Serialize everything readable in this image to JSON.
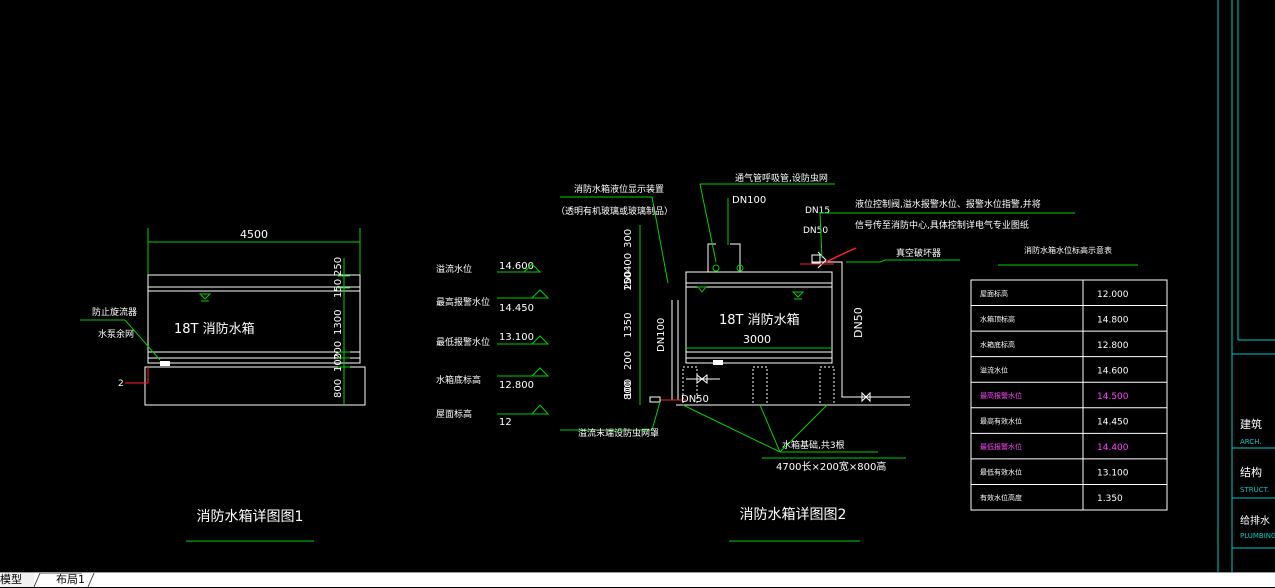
{
  "tabs": {
    "model": "模型",
    "layout1": "布局1"
  },
  "drawing1": {
    "width_dim": "4500",
    "vertical_dims": [
      "250",
      "150",
      "1300",
      "200",
      "100",
      "800"
    ],
    "tank_label": "18T 消防水箱",
    "note_vortex": "防止旋流器",
    "note_float": "水泵余网",
    "pipe_tag": "2",
    "caption": "消防水箱详图图1"
  },
  "levels": {
    "names": [
      "溢流水位",
      "最高报警水位",
      "最低报警水位",
      "水箱底标高",
      "屋面标高"
    ],
    "values": [
      "14.600",
      "14.450",
      "13.100",
      "12.800",
      "12"
    ]
  },
  "drawing2": {
    "vertical_dims": [
      "300",
      "150",
      "400",
      "200",
      "1350",
      "200",
      "100",
      "800",
      "100"
    ],
    "tank_label": "18T 消防水箱",
    "inner_width": "3000",
    "dn100_top": "DN100",
    "dn15": "DN15",
    "dn50_top": "DN50",
    "dn50_right": "DN50",
    "dn100_left": "DN100",
    "dn50_bottom": "DN50",
    "note_level_device": "消防水箱液位显示装置",
    "note_level_device2": "（透明有机玻璃或玻璃制品）",
    "note_vent": "通气管呼吸管,设防虫网",
    "note_control": "液位控制阀,溢水报警水位、报警水位指警,并将",
    "note_signal": "信号传至消防中心,具体控制详电气专业图纸",
    "note_vacuum": "真空破坏器",
    "note_pipe_end": "溢流末端设防虫网罩",
    "note_base": "水箱基础,共3根",
    "note_base_size": "4700长×200宽×800高",
    "caption": "消防水箱详图图2"
  },
  "table": {
    "title": "消防水箱水位标高示意表",
    "rows": [
      {
        "name": "屋面标高",
        "value": "12.000",
        "pink": false
      },
      {
        "name": "水箱顶标高",
        "value": "14.800",
        "pink": false
      },
      {
        "name": "水箱底标高",
        "value": "12.800",
        "pink": false
      },
      {
        "name": "溢流水位",
        "value": "14.600",
        "pink": false
      },
      {
        "name": "最高报警水位",
        "value": "14.500",
        "pink": true
      },
      {
        "name": "最高有效水位",
        "value": "14.450",
        "pink": false
      },
      {
        "name": "最低报警水位",
        "value": "14.400",
        "pink": true
      },
      {
        "name": "最低有效水位",
        "value": "13.100",
        "pink": false
      },
      {
        "name": "有效水位高度",
        "value": "1.350",
        "pink": false
      }
    ]
  },
  "title_block": {
    "arch_cn": "建筑",
    "arch_en": "ARCH.",
    "struct_cn": "结构",
    "struct_en": "STRUCT.",
    "plumb_cn": "给排水",
    "plumb_en": "PLUMBING"
  },
  "colors": {
    "green": "#00d000",
    "white": "#ffffff",
    "cyan": "#00c8c8",
    "red": "#ff2020",
    "pink": "#ff40ff"
  }
}
